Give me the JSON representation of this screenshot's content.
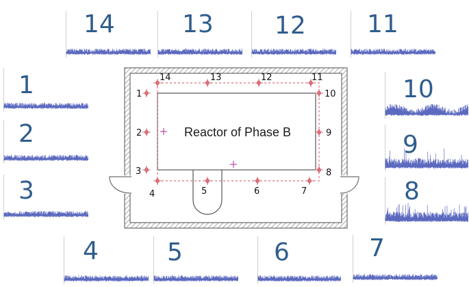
{
  "diagram": {
    "reactor_label": "Reactor of Phase B",
    "point_labels": [
      "1",
      "2",
      "3",
      "4",
      "5",
      "6",
      "7",
      "8",
      "9",
      "10",
      "11",
      "12",
      "13",
      "14"
    ],
    "colors": {
      "wall": "#6d6d6d",
      "path": "#d9707a",
      "center_marker": "#b04aa8",
      "signal": "#3e4fb4",
      "panel_number": "#2f5d8e"
    }
  },
  "panels": [
    {
      "id": "14",
      "label": "14",
      "profile": "flat"
    },
    {
      "id": "13",
      "label": "13",
      "profile": "flat"
    },
    {
      "id": "12",
      "label": "12",
      "profile": "flat"
    },
    {
      "id": "11",
      "label": "11",
      "profile": "flat"
    },
    {
      "id": "1",
      "label": "1",
      "profile": "flat"
    },
    {
      "id": "2",
      "label": "2",
      "profile": "flat"
    },
    {
      "id": "3",
      "label": "3",
      "profile": "flat"
    },
    {
      "id": "10",
      "label": "10",
      "profile": "wavy"
    },
    {
      "id": "9",
      "label": "9",
      "profile": "spiky"
    },
    {
      "id": "8",
      "label": "8",
      "profile": "spiky"
    },
    {
      "id": "4",
      "label": "4",
      "profile": "flat"
    },
    {
      "id": "5",
      "label": "5",
      "profile": "flat"
    },
    {
      "id": "6",
      "label": "6",
      "profile": "flat"
    },
    {
      "id": "7",
      "label": "7",
      "profile": "flat"
    }
  ]
}
